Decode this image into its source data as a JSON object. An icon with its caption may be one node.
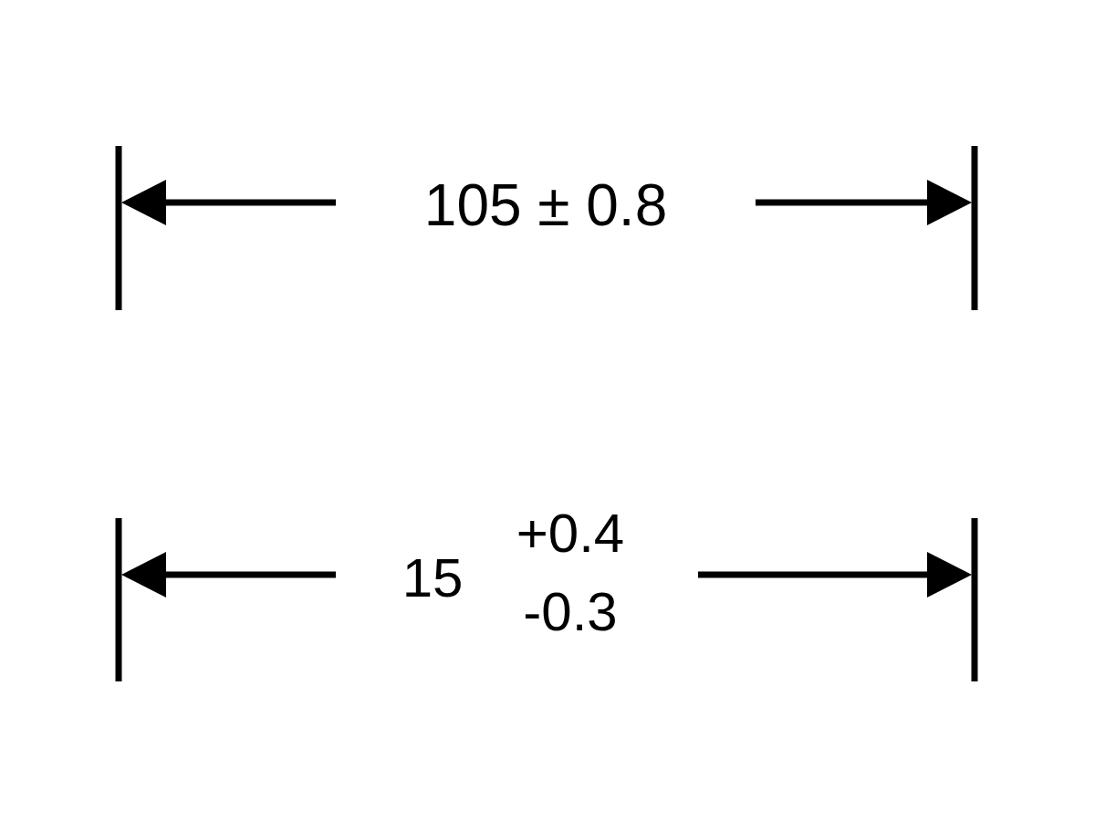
{
  "diagram": {
    "labels": [
      "105 ± 0.8",
      "15",
      "+0.4",
      "-0.3"
    ]
  }
}
